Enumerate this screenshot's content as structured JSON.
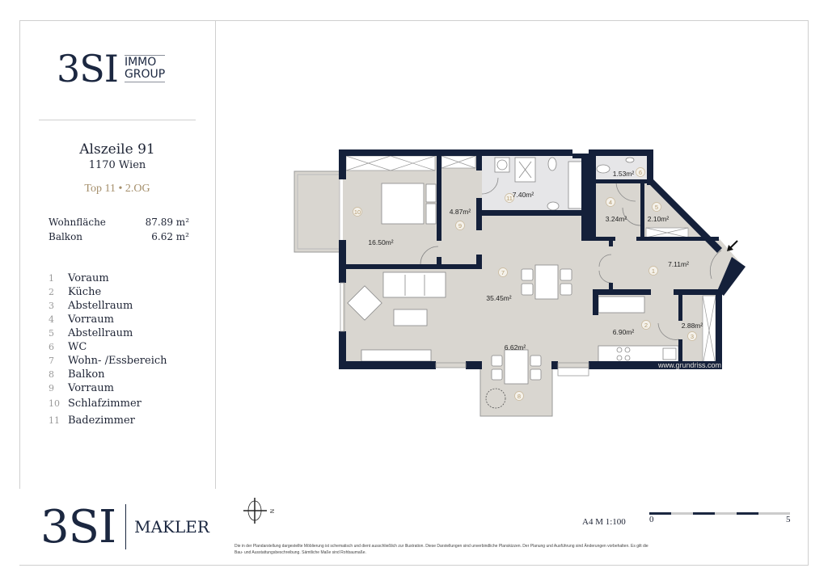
{
  "brand": {
    "logo_main": "3SI",
    "logo_sub_1": "IMMO",
    "logo_sub_2": "GROUP",
    "maker_logo_main": "3SI",
    "maker_logo_sub": "MAKLER"
  },
  "property": {
    "street": "Alszeile 91",
    "city": "1170 Wien",
    "unit": "Top 11 • 2.OG"
  },
  "areas": [
    {
      "label": "Wohnfläche",
      "value": "87.89 m²"
    },
    {
      "label": "Balkon",
      "value": "6.62 m²"
    }
  ],
  "legend": [
    {
      "n": "1",
      "label": "Voraum"
    },
    {
      "n": "2",
      "label": "Küche"
    },
    {
      "n": "3",
      "label": "Abstellraum"
    },
    {
      "n": "4",
      "label": "Vorraum"
    },
    {
      "n": "5",
      "label": "Abstellraum"
    },
    {
      "n": "6",
      "label": "WC"
    },
    {
      "n": "7",
      "label": "Wohn- /Essbereich"
    },
    {
      "n": "8",
      "label": "Balkon"
    },
    {
      "n": "9",
      "label": "Vorraum"
    },
    {
      "n": "10",
      "label": "Schlafzimmer"
    },
    {
      "n": "11",
      "label": "Badezimmer"
    }
  ],
  "rooms": [
    {
      "n": "1",
      "area": "7.11m²"
    },
    {
      "n": "2",
      "area": "6.90m²"
    },
    {
      "n": "3",
      "area": "2.88m²"
    },
    {
      "n": "4",
      "area": "3.24m²"
    },
    {
      "n": "5",
      "area": "2.10m²"
    },
    {
      "n": "6",
      "area": "1.53m²"
    },
    {
      "n": "7",
      "area": "35.45m²"
    },
    {
      "n": "8",
      "area": "6.62m²"
    },
    {
      "n": "9",
      "area": "4.87m²"
    },
    {
      "n": "10",
      "area": "16.50m²"
    },
    {
      "n": "11",
      "area": "7.40m²"
    }
  ],
  "plan": {
    "watermark": "www.grundriss.com",
    "north_label": "N",
    "scale_label": "A4  M 1:100",
    "scale_start": "0",
    "scale_end": "5"
  },
  "disclaimer": "Die in der Plandarstellung dargestellte Möblierung ist schematisch und dient ausschließlich zur Illustration. Diese Darstellungen sind unverbindliche Planskizzen. Der Planung und Ausführung sind Änderungen vorbehalten. Es gilt die Bau- und Ausstattungsbeschreibung. Sämtliche Maße sind Rohbaumaße.",
  "colors": {
    "navy": "#1b2740",
    "wall": "#14203a",
    "floor": "#d9d6d0",
    "accent": "#a58f6b"
  }
}
